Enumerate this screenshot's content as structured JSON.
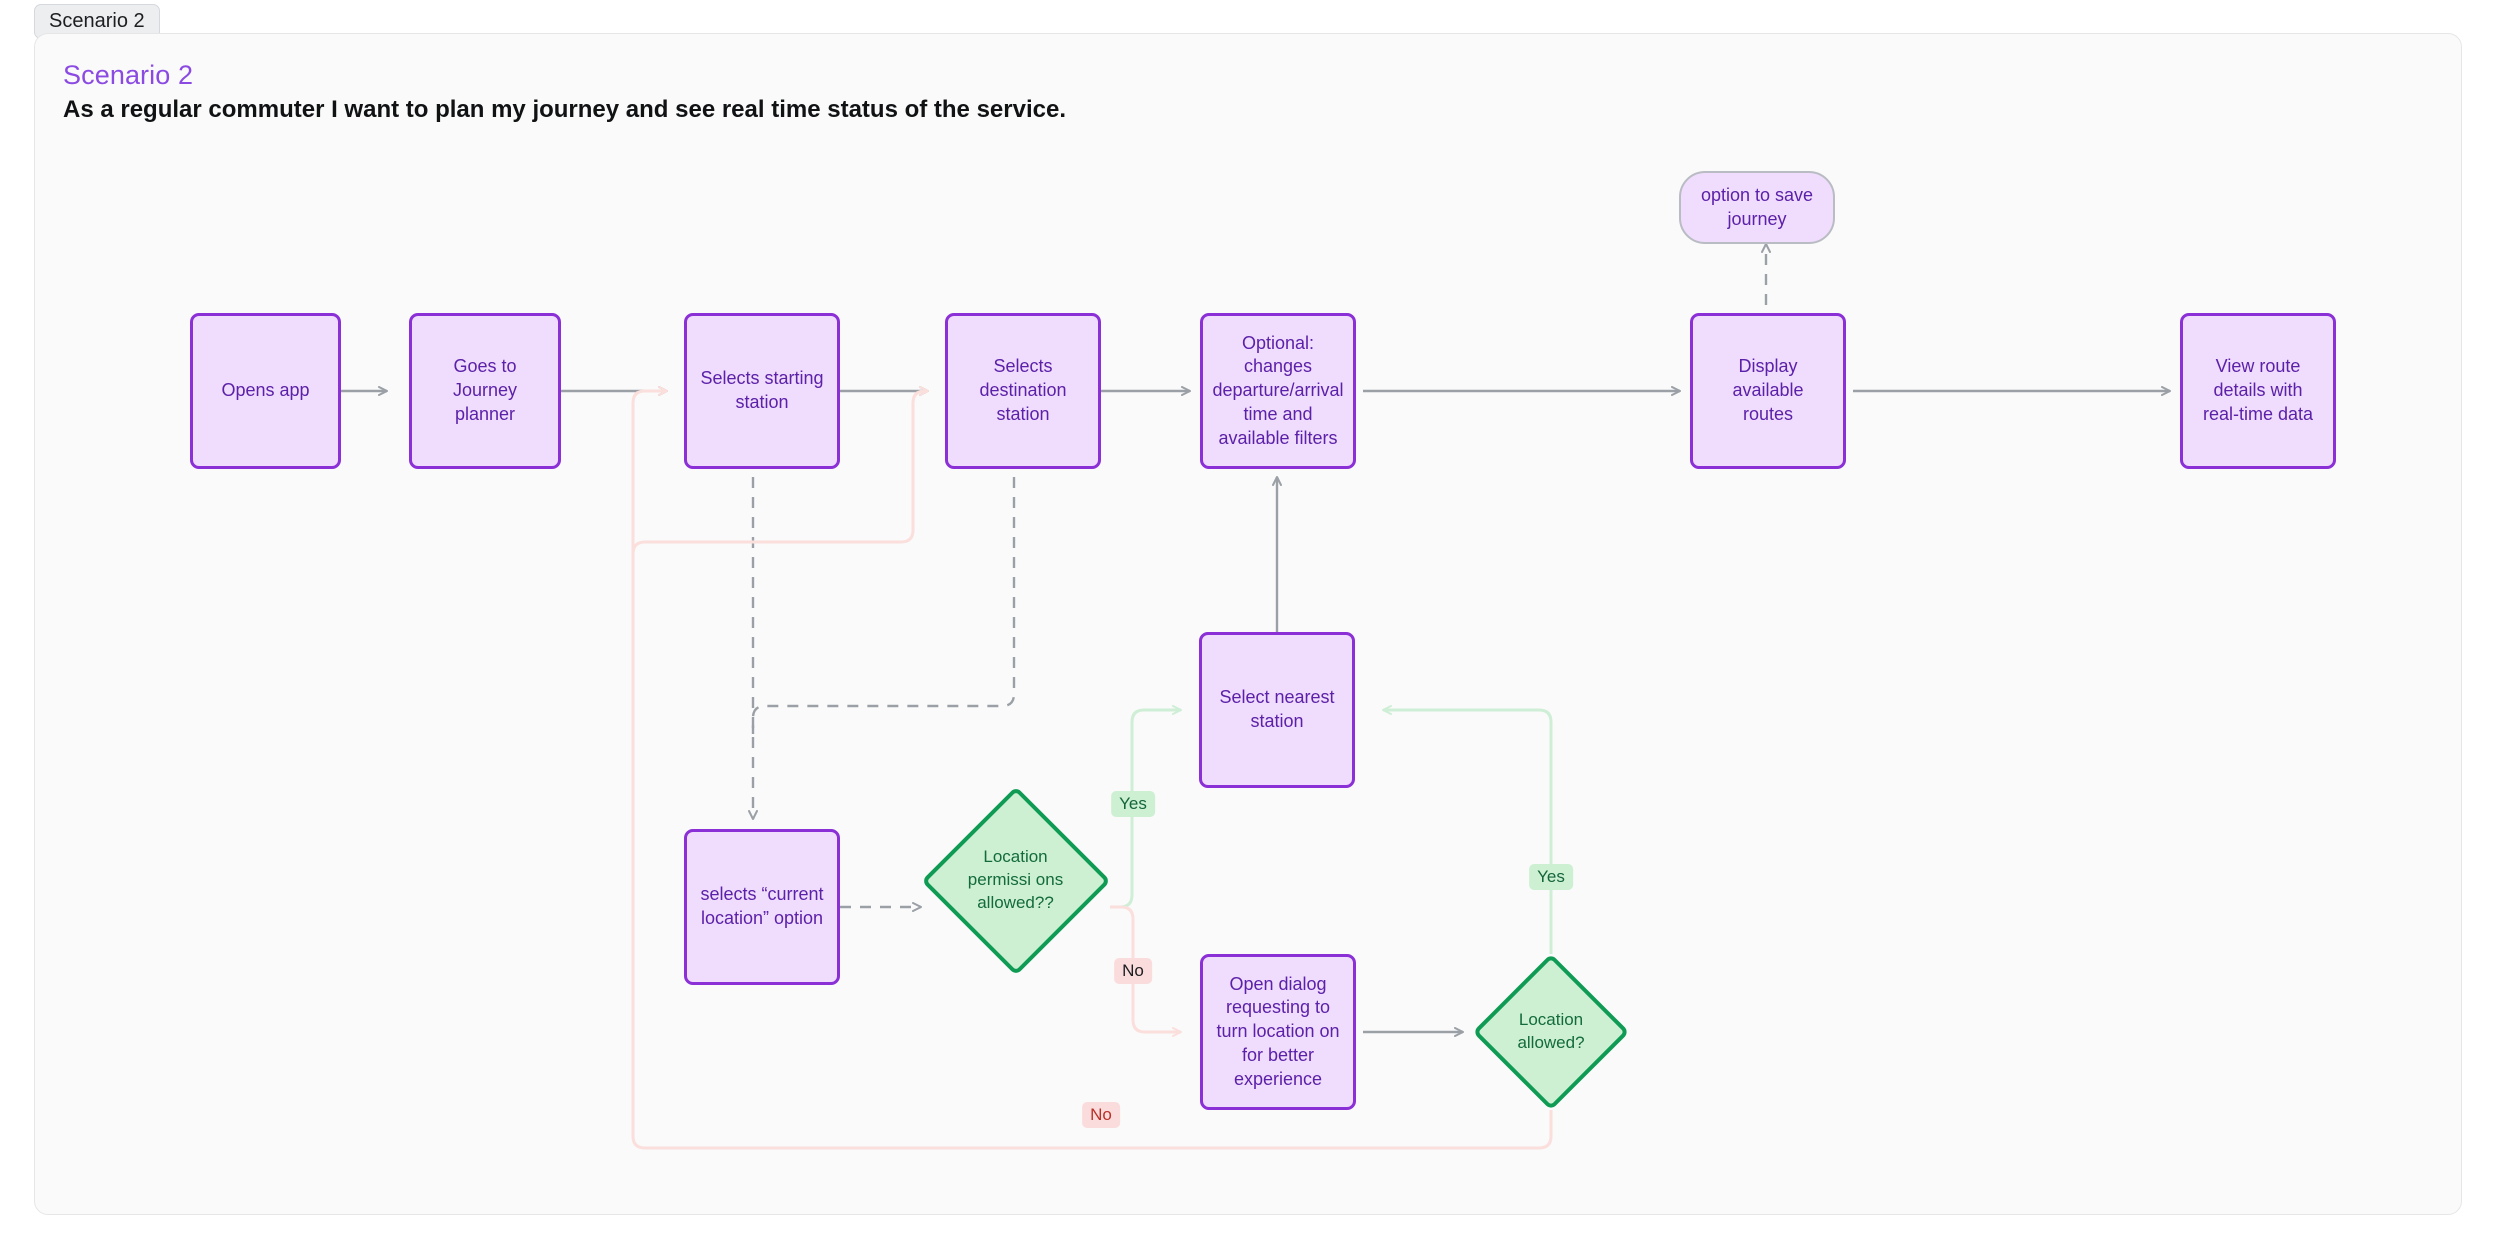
{
  "tab": {
    "label": "Scenario 2"
  },
  "card": {
    "title": "Scenario 2",
    "subtitle": "As a regular commuter I want to plan my journey and see real time status of the service."
  },
  "colors": {
    "node_fill": "#f0dcfd",
    "node_border": "#8b2fd6",
    "node_text": "#5b21a8",
    "decision_fill": "#cdf0d3",
    "decision_border": "#0f9b54",
    "decision_text": "#136b3c",
    "edge_default": "#9aa0a6",
    "edge_yes": "#cfeed6",
    "edge_no": "#fbdfdc",
    "accent_title": "#8b4ae2",
    "card_bg": "#fafafa",
    "canvas_bg": "#fafafa"
  },
  "chart_data": {
    "type": "diagram",
    "title": "Scenario 2 user journey flowchart",
    "nodes": [
      {
        "id": "opens_app",
        "label": "Opens app",
        "shape": "process"
      },
      {
        "id": "journey_planner",
        "label": "Goes to Journey planner",
        "shape": "process"
      },
      {
        "id": "start_station",
        "label": "Selects starting station",
        "shape": "process"
      },
      {
        "id": "dest_station",
        "label": "Selects destination station",
        "shape": "process"
      },
      {
        "id": "optional_filters",
        "label": "Optional: changes departure/arrival time and available filters",
        "shape": "process"
      },
      {
        "id": "display_routes",
        "label": "Display available routes",
        "shape": "process"
      },
      {
        "id": "route_details",
        "label": "View route details with real-time data",
        "shape": "process"
      },
      {
        "id": "save_journey",
        "label": "option to save journey",
        "shape": "rounded"
      },
      {
        "id": "current_location",
        "label": "selects “current location” option",
        "shape": "process"
      },
      {
        "id": "perm_allowed",
        "label": "Location permissi ons allowed??",
        "shape": "decision"
      },
      {
        "id": "nearest_station",
        "label": "Select nearest station",
        "shape": "process"
      },
      {
        "id": "open_dialog",
        "label": "Open dialog requesting to turn location on for better experience",
        "shape": "process"
      },
      {
        "id": "loc_allowed",
        "label": "Location allowed?",
        "shape": "decision"
      }
    ],
    "edges": [
      {
        "from": "opens_app",
        "to": "journey_planner",
        "label": "",
        "style": "solid",
        "color": "default"
      },
      {
        "from": "journey_planner",
        "to": "start_station",
        "label": "",
        "style": "solid",
        "color": "default"
      },
      {
        "from": "start_station",
        "to": "dest_station",
        "label": "",
        "style": "solid",
        "color": "default"
      },
      {
        "from": "dest_station",
        "to": "optional_filters",
        "label": "",
        "style": "solid",
        "color": "default"
      },
      {
        "from": "optional_filters",
        "to": "display_routes",
        "label": "",
        "style": "solid",
        "color": "default"
      },
      {
        "from": "display_routes",
        "to": "route_details",
        "label": "",
        "style": "solid",
        "color": "default"
      },
      {
        "from": "display_routes",
        "to": "save_journey",
        "label": "",
        "style": "dashed",
        "color": "default"
      },
      {
        "from": "start_station",
        "to": "current_location",
        "label": "",
        "style": "dashed",
        "color": "default"
      },
      {
        "from": "dest_station",
        "to": "current_location",
        "label": "",
        "style": "dashed",
        "color": "default"
      },
      {
        "from": "current_location",
        "to": "perm_allowed",
        "label": "",
        "style": "dashed",
        "color": "default"
      },
      {
        "from": "perm_allowed",
        "to": "nearest_station",
        "label": "Yes",
        "style": "solid",
        "color": "yes"
      },
      {
        "from": "perm_allowed",
        "to": "open_dialog",
        "label": "No",
        "style": "solid",
        "color": "no"
      },
      {
        "from": "nearest_station",
        "to": "optional_filters",
        "label": "",
        "style": "solid",
        "color": "default"
      },
      {
        "from": "open_dialog",
        "to": "loc_allowed",
        "label": "",
        "style": "solid",
        "color": "default"
      },
      {
        "from": "loc_allowed",
        "to": "nearest_station",
        "label": "Yes",
        "style": "solid",
        "color": "yes"
      },
      {
        "from": "loc_allowed",
        "to": "start_station",
        "label": "No",
        "style": "solid",
        "color": "no"
      }
    ],
    "edge_labels": [
      {
        "id": "yes_perm",
        "text": "Yes"
      },
      {
        "id": "no_perm",
        "text": "No"
      },
      {
        "id": "yes_loc",
        "text": "Yes"
      },
      {
        "id": "no_loc",
        "text": "No"
      }
    ]
  }
}
